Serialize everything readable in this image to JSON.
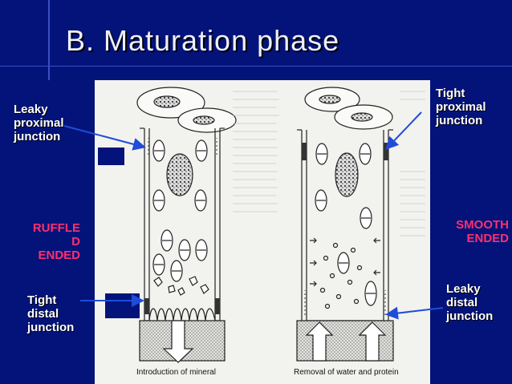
{
  "slide": {
    "title": "B. Maturation phase",
    "colors": {
      "background": "#04137a",
      "label_text": "#ffffff",
      "accent_pink": "#ff2f6f",
      "arrow_blue": "#1f4cd9"
    }
  },
  "labels": {
    "leaky_proximal": [
      "Leaky",
      "proximal",
      "junction"
    ],
    "ruffle_ended": [
      "RUFFLE",
      "D",
      "ENDED"
    ],
    "tight_distal": [
      "Tight",
      "distal",
      "junction"
    ],
    "tight_proximal": [
      "Tight",
      "proximal",
      "junction"
    ],
    "smooth_ended": [
      "SMOOTH",
      "ENDED"
    ],
    "leaky_distal": [
      "Leaky",
      "distal",
      "junction"
    ]
  },
  "figure": {
    "left_caption": "Introduction of mineral",
    "right_caption": "Removal of water and protein"
  }
}
